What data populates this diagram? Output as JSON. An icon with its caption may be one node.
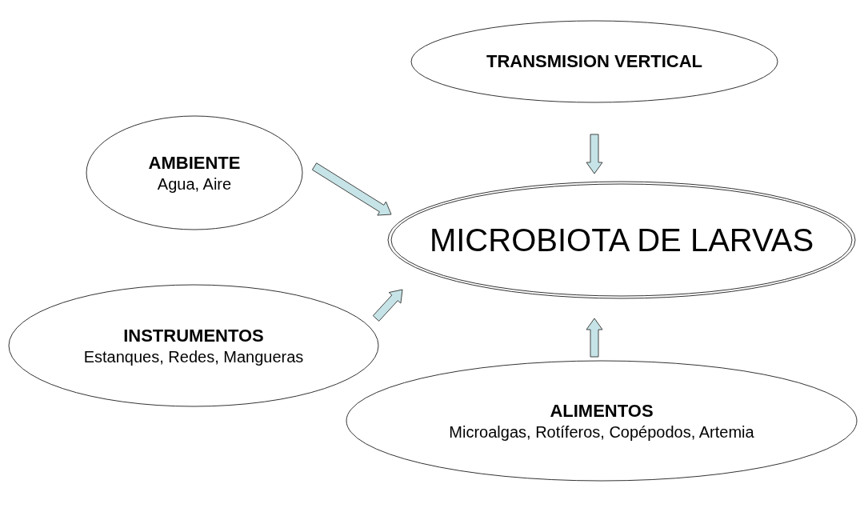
{
  "diagram": {
    "nodes": [
      {
        "text": [
          "TRANSMISION VERTICAL"
        ]
      },
      {
        "text": [
          "AMBIENTE",
          "Agua, Aire"
        ]
      },
      {
        "text": [
          "MICROBIOTA DE LARVAS"
        ]
      },
      {
        "text": [
          "INSTRUMENTOS",
          "Estanques, Redes, Mangueras"
        ]
      },
      {
        "text": [
          "ALIMENTOS",
          "Microalgas, Rotíferos, Copépodos, Artemia"
        ]
      }
    ],
    "edges": [
      {
        "from": 0,
        "to": 2,
        "arrow": "to"
      },
      {
        "from": 1,
        "to": 2,
        "arrow": "to"
      },
      {
        "from": 3,
        "to": 2,
        "arrow": "to"
      },
      {
        "from": 4,
        "to": 2,
        "arrow": "to"
      }
    ]
  }
}
